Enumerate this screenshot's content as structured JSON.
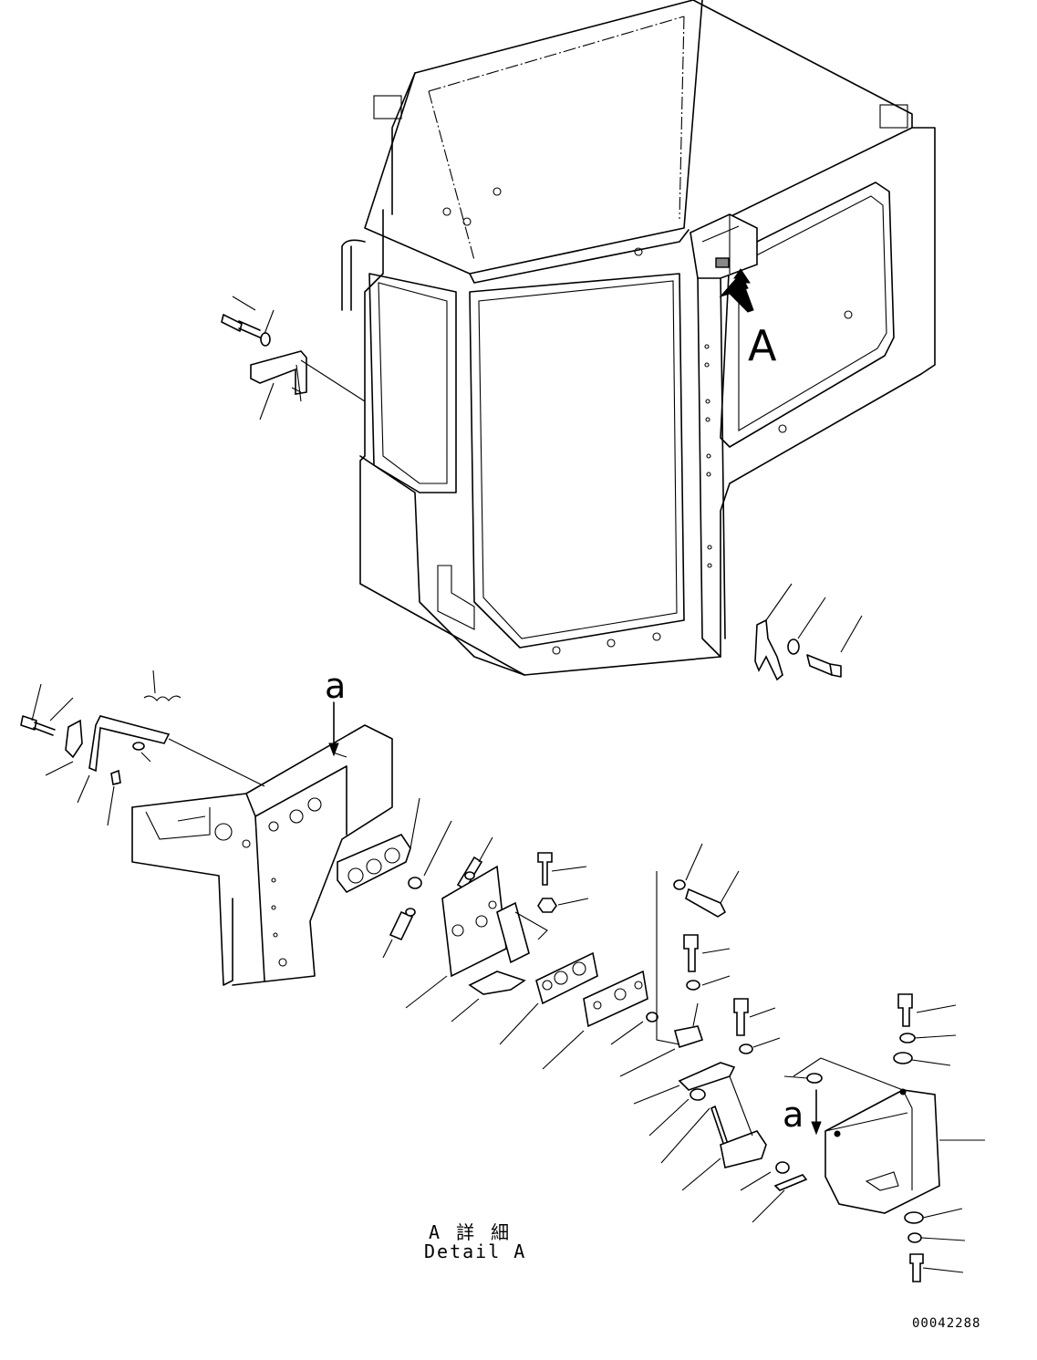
{
  "view_label_A": "A",
  "detail_label_a_upper": "a",
  "detail_label_a_lower": "a",
  "detail_caption": {
    "line1": "A 詳 細",
    "line2": "Detail A"
  },
  "drawing_number": "00042288"
}
